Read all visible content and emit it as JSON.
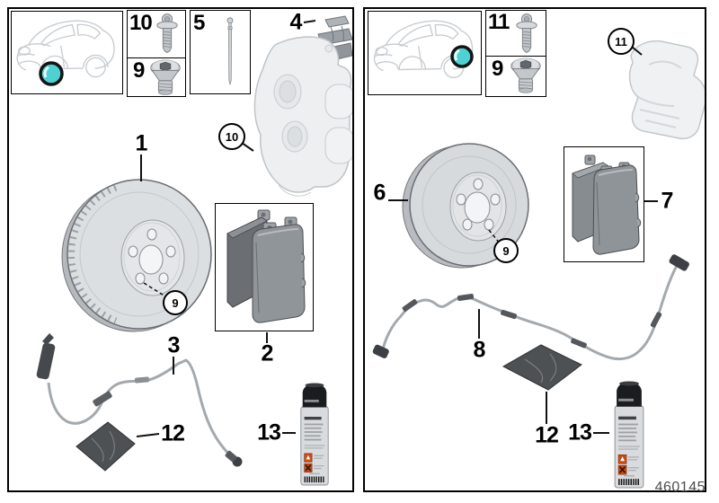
{
  "drawing_number": "460145",
  "colors": {
    "highlight": "#4ed1d2"
  },
  "panels": {
    "front": {
      "labels": {
        "disc": "1",
        "pads": "2",
        "sensor": "3",
        "clip": "4",
        "guide_pin": "5",
        "plug_screw": "9",
        "bolt": "10",
        "caliper_callout": "10",
        "disc_screw_callout": "9",
        "grease_pack": "12",
        "cleaner": "13"
      }
    },
    "rear": {
      "labels": {
        "disc": "6",
        "pads": "7",
        "sensor": "8",
        "plug_screw": "9",
        "bolt": "11",
        "carrier_callout": "11",
        "disc_screw_callout": "9",
        "grease_pack": "12",
        "cleaner": "13"
      }
    }
  }
}
